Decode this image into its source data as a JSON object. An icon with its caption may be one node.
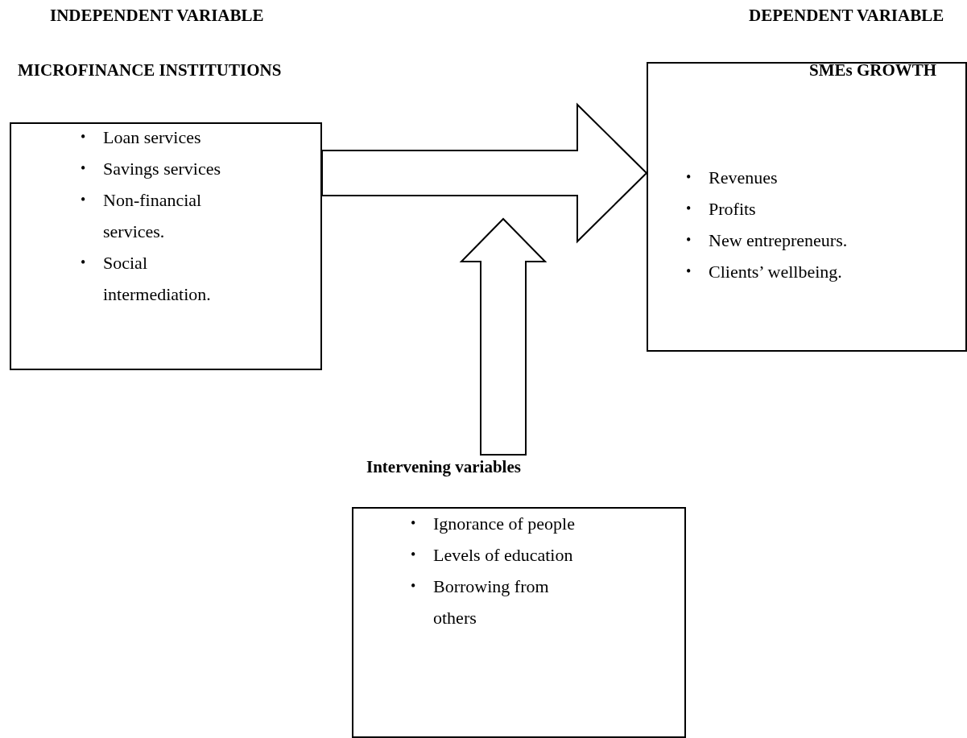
{
  "diagram": {
    "nodes": [
      {
        "text": [
          "INDEPENDENT VARIABLE",
          "MICROFINANCE INSTITUTIONS",
          "• Loan services",
          "• Savings services",
          "• Non-financial services.",
          "• Social intermediation."
        ]
      },
      {
        "text": [
          "DEPENDENT VARIABLE",
          "SMEs GROWTH",
          "• Revenues",
          "• Profits",
          "• New entrepreneurs.",
          "• Clients’ wellbeing."
        ]
      },
      {
        "text": [
          "Intervening variables",
          "• Ignorance of people",
          "• Levels of education",
          "• Borrowing from others"
        ]
      }
    ],
    "edges": [
      {
        "from": 0,
        "to": 1,
        "arrow": "to"
      },
      {
        "from": 2,
        "to": null,
        "arrow": "to"
      }
    ]
  }
}
